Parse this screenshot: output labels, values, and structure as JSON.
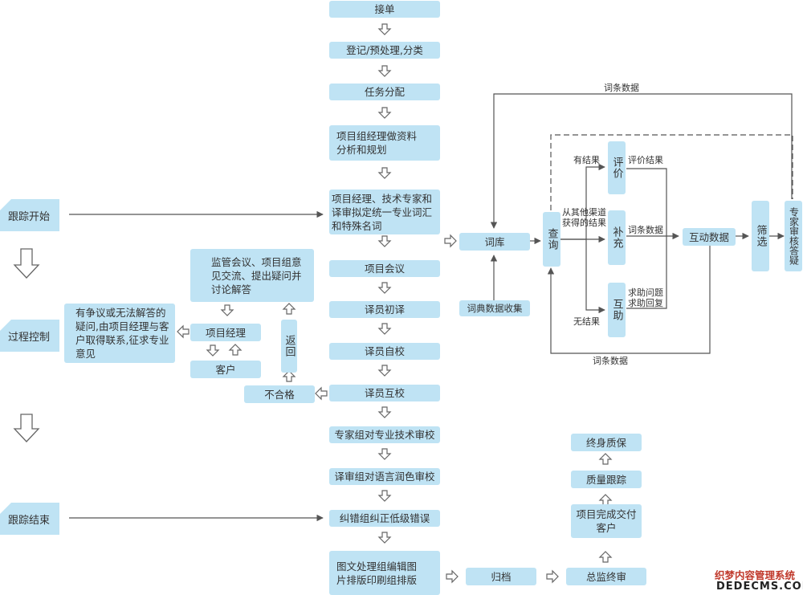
{
  "colors": {
    "box": "#bfe3f4",
    "line": "#555555",
    "hollow_arrow": "#666666"
  },
  "main_flow": {
    "step1": "接单",
    "step2": "登记/预处理,分类",
    "step3": "任务分配",
    "step4": "项目组经理做资料分析和规划",
    "step5": "项目经理、技术专家和译审拟定统一专业词汇和特殊名词",
    "step6": "项目会议",
    "step7": "译员初译",
    "step8": "译员自校",
    "step9": "译员互校",
    "step10": "专家组对专业技术审校",
    "step11": "译审组对语言润色审校",
    "step12": "纠错组纠正低级错误",
    "step13": "图文处理组编辑图片排版印刷组排版"
  },
  "tracking": {
    "start": "跟踪开始",
    "control": "过程控制",
    "end": "跟踪结束"
  },
  "control_loop": {
    "fail": "不合格",
    "return": "返回",
    "meeting": "监管会议、项目组意见交流、提出疑问并讨论解答",
    "manager": "项目经理",
    "client": "客户",
    "dispute": "有争议或无法解答的疑问,由项目经理与客户取得联系,征求专业意见"
  },
  "glossary": {
    "library": "词库",
    "collect": "词典数据收集",
    "query": "查询",
    "evaluate": "评价",
    "supplement": "补充",
    "interact": "互助",
    "interactive_data": "互动数据",
    "filter": "筛选",
    "expert": "专家审核答疑",
    "label_entry_top": "词条数据",
    "label_entry_bottom": "词条数据",
    "label_has_result": "有结果",
    "label_other_channels": "从其他渠道获得的结果",
    "label_no_result": "无结果",
    "label_eval_result": "评价结果",
    "label_entry_mid": "词条数据",
    "label_help": "求助问题求助回复"
  },
  "delivery": {
    "archive": "归档",
    "review": "总监终审",
    "deliver": "项目完成交付客户",
    "quality": "质量跟踪",
    "lifetime": "终身质保"
  },
  "watermark": {
    "line1": "织梦内容管理系统",
    "line2": "DEDECMS.COM"
  }
}
